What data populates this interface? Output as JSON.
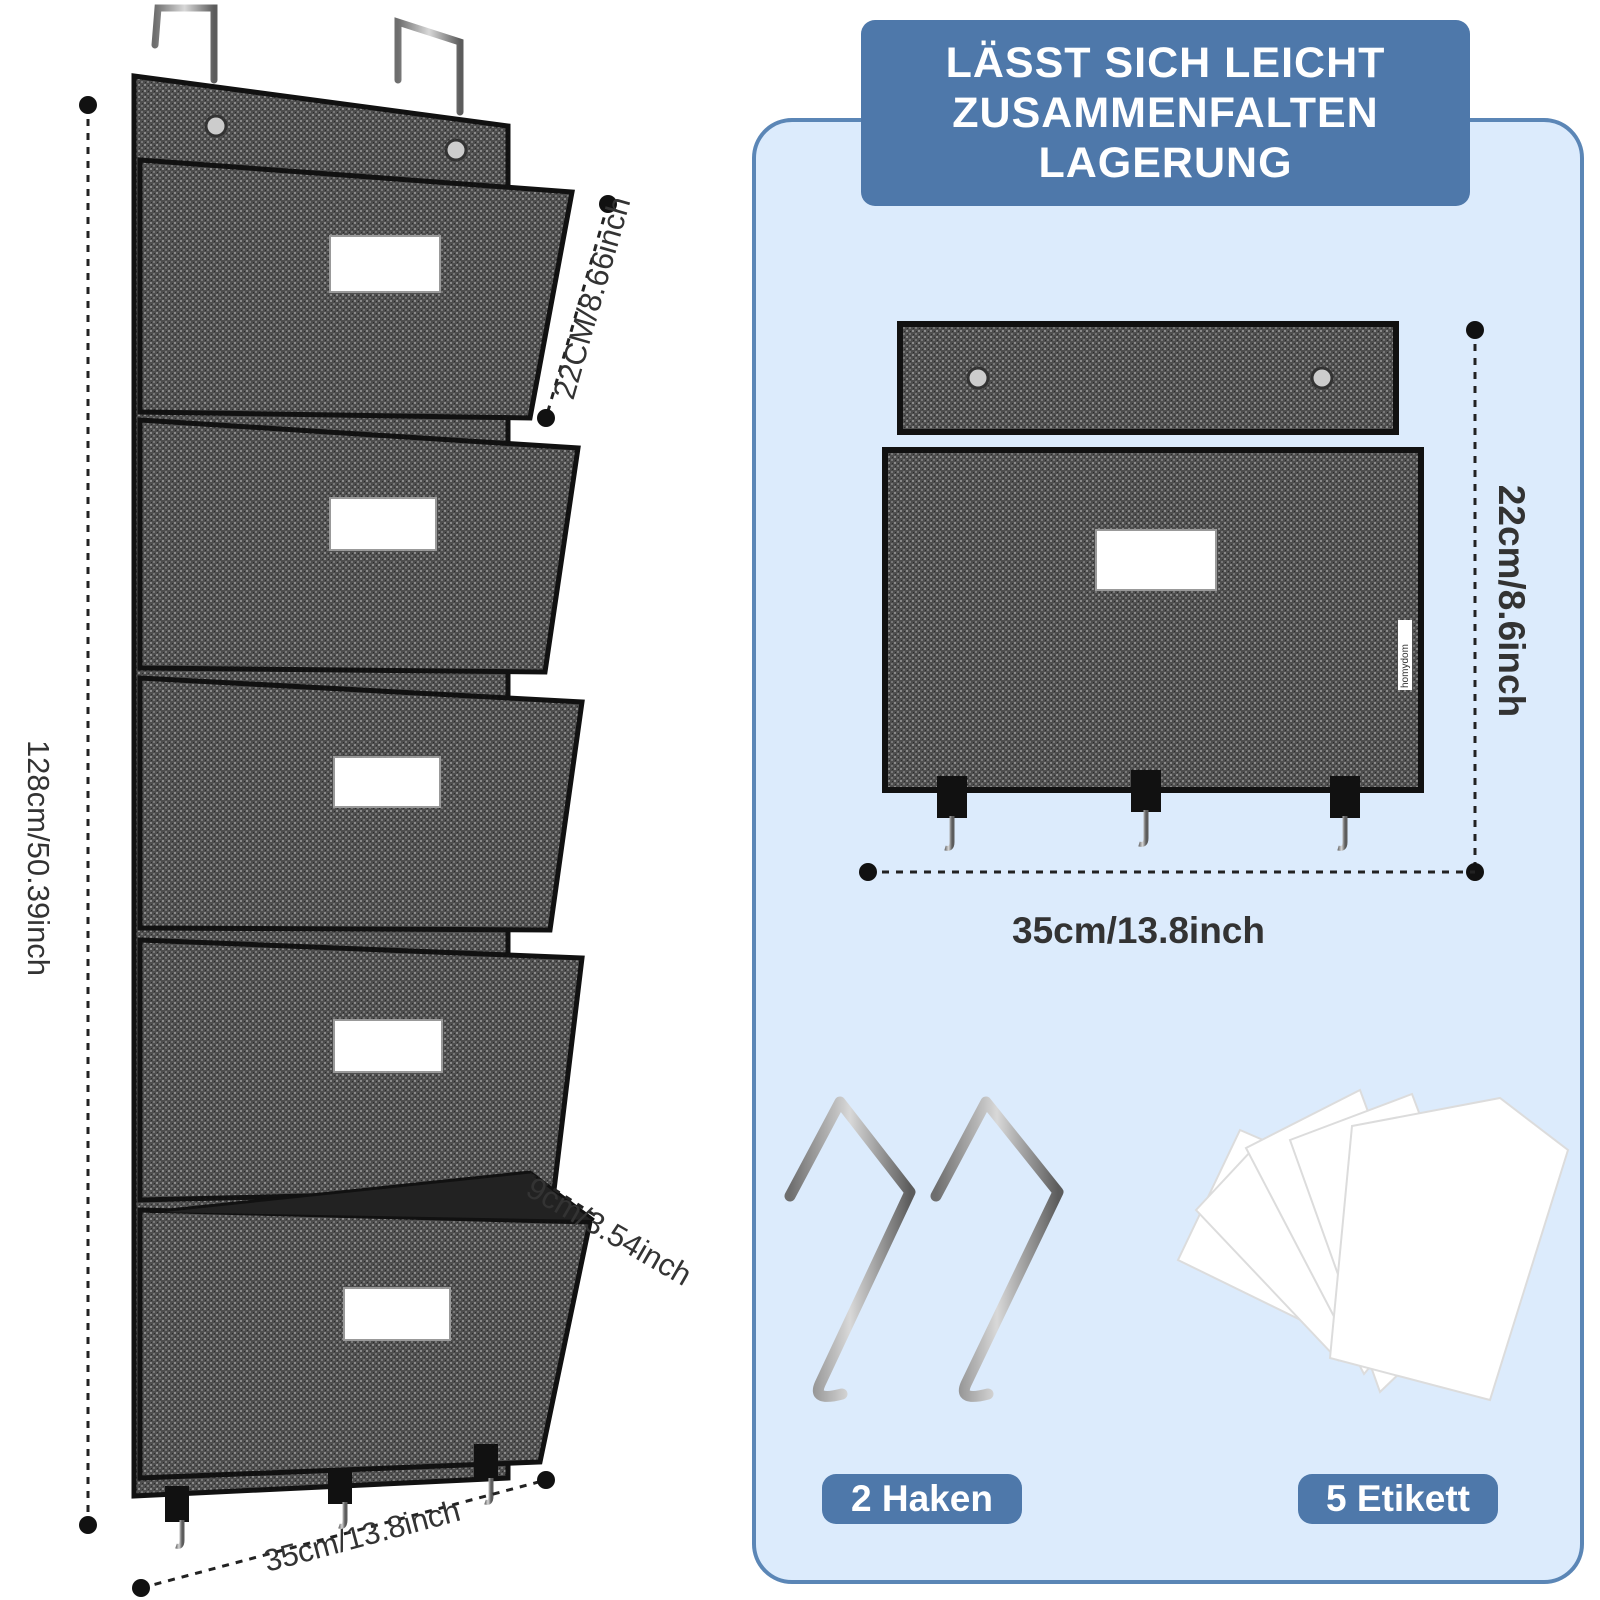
{
  "banner": {
    "line1": "LÄSST SICH LEICHT",
    "line2": "ZUSAMMENFALTEN",
    "line3": "LAGERUNG"
  },
  "left_dimensions": {
    "pocket_height": "22CM/8.66inch",
    "total_height": "128cm/50.39inch",
    "pocket_depth": "9cm/3.54inch",
    "width": "35cm/13.8inch"
  },
  "right_dimensions": {
    "height": "22cm/8.6inch",
    "width": "35cm/13.8inch"
  },
  "accessories": {
    "hooks_label": "2 Haken",
    "labels_label": "5 Etikett"
  },
  "product_tag": "homydom",
  "colors": {
    "panel_bg": "#dcebfc",
    "panel_border": "#5b86b6",
    "accent": "#4e78aa",
    "fabric": "#555555",
    "trim": "#111111"
  }
}
